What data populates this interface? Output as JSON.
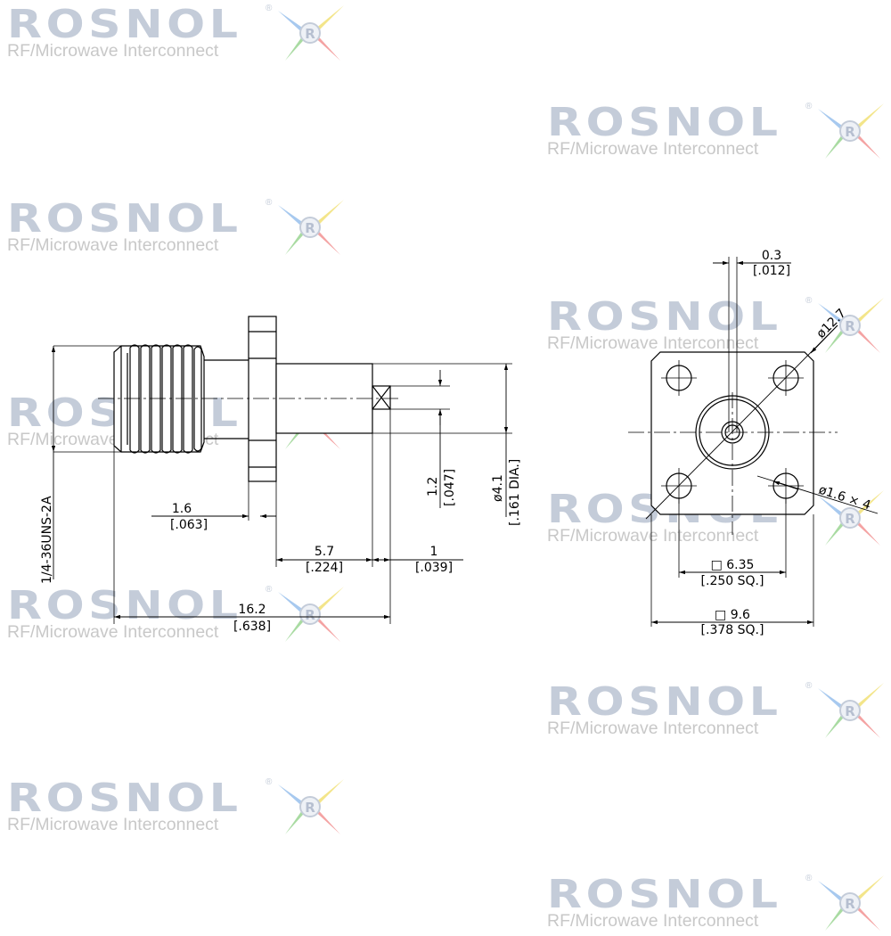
{
  "watermark": {
    "brand": "ROSNOL",
    "tagline": "RF/Microwave Interconnect",
    "registered": "®",
    "logo_letter": "R",
    "colors": {
      "brand": "#c4ccd9",
      "tagline": "#c8c8c8",
      "star": [
        "#f3e58a",
        "#a7c9ef",
        "#f4a3a3",
        "#a9dba2"
      ]
    }
  },
  "drawing": {
    "line_color": "#000000",
    "side_view": {
      "thread_spec": "1/4-36UNS-2A",
      "dims": [
        {
          "id": "flange_thickness",
          "metric": "1.6",
          "imperial": "[.063]"
        },
        {
          "id": "body_length",
          "metric": "5.7",
          "imperial": "[.224]"
        },
        {
          "id": "tip_length",
          "metric": "1",
          "imperial": "[.039]"
        },
        {
          "id": "overall_length",
          "metric": "16.2",
          "imperial": "[.638]"
        },
        {
          "id": "pin_diameter",
          "metric": "1.2",
          "imperial": "[.047]"
        },
        {
          "id": "body_diameter",
          "metric": "ø4.1",
          "imperial": "[.161 DIA.]"
        }
      ]
    },
    "front_view": {
      "dims": [
        {
          "id": "tab_width",
          "metric": "0.3",
          "imperial": "[.012]"
        },
        {
          "id": "hole_pattern",
          "metric": "□ 6.35",
          "imperial": "[.250 SQ.]"
        },
        {
          "id": "flange_size",
          "metric": "□ 9.6",
          "imperial": "[.378 SQ.]"
        }
      ],
      "bolt_circle": "ø12.7",
      "hole_callout": "ø1.6 × 4"
    }
  }
}
